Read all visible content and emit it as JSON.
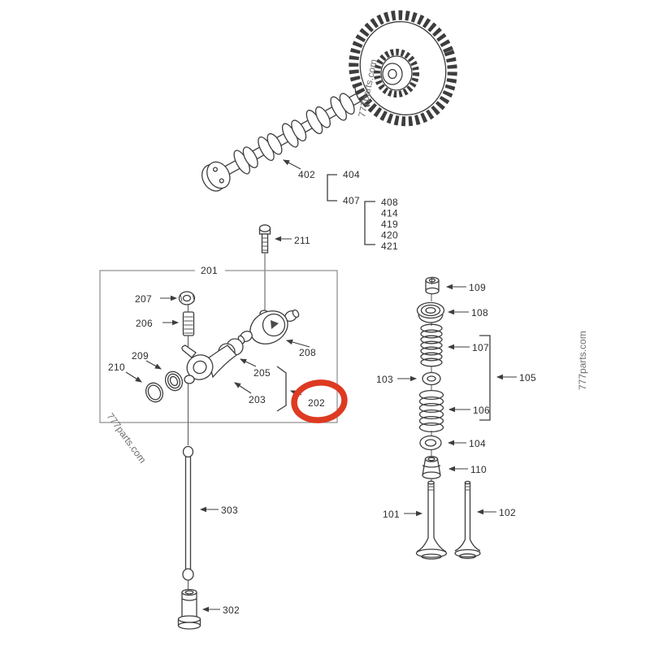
{
  "title": "Engine camshaft and valve mechanism exploded parts diagram",
  "highlight": {
    "color": "#de3a22"
  },
  "watermarks": {
    "left": "777parts.com",
    "right": "777parts.com",
    "on_shaft": "777parts.com"
  },
  "labels": {
    "camshaft": "402",
    "camshaft_kit": "404",
    "camshaft_sub_kit": "407",
    "sub_kit_items": [
      "408",
      "414",
      "419",
      "420",
      "421"
    ],
    "bolt": "211",
    "rocker_box": "201",
    "rocker_assembly_highlighted": "202",
    "rocker_arm": "203",
    "bushing": "205",
    "adjusting_screw": "206",
    "nut": "207",
    "rocker_support": "208",
    "washer": "209",
    "o_ring": "210",
    "intake_valve": "101",
    "exhaust_valve": "102",
    "spring_seat_upper": "103",
    "spring_seat_lower": "104",
    "valve_spring_set": "105",
    "inner_spring": "106",
    "outer_spring": "107",
    "spring_retainer": "108",
    "valve_keeper": "109",
    "stem_seal": "110",
    "tappet": "302",
    "push_rod": "303"
  }
}
